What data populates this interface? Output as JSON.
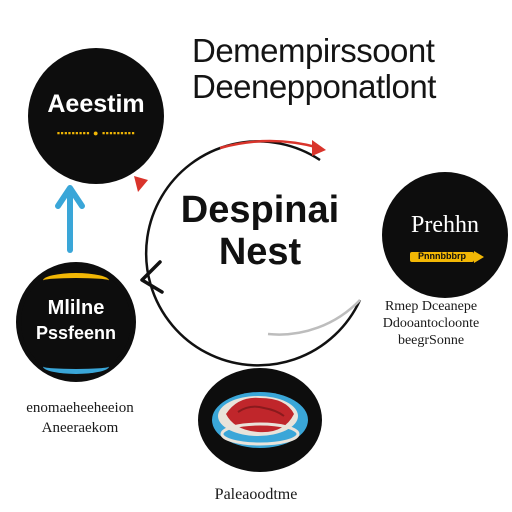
{
  "title": {
    "line1": "Demempirssoont",
    "line2": "Deenepponatlont"
  },
  "center": {
    "line1": "Despinai",
    "line2": "Nest"
  },
  "node_top_left": {
    "label": "Aeestim",
    "sublabel": "▪▪▪▪▪▪▪▪▪ ● ▪▪▪▪▪▪▪▪▪"
  },
  "node_right": {
    "label": "Prehhn",
    "sublabel": "Pnnnbbbrp"
  },
  "node_left": {
    "line1": "Mlilne",
    "line2": "Pssfeenn"
  },
  "caption_right": {
    "line1": "Rmep Dceanepe",
    "line2": "Ddooantocloonte",
    "line3": "beegrSonne"
  },
  "caption_left": {
    "line1": "enomaeheeheeion",
    "line2": "Aneeraekom"
  },
  "caption_bottom": {
    "line1": "Paleaoodtme"
  },
  "colors": {
    "circle_fill": "#0d0d0d",
    "accent_gold": "#f2b705",
    "accent_blue": "#3aa6d8",
    "accent_red": "#d9342b",
    "ring_gray": "#bdbdbd"
  }
}
